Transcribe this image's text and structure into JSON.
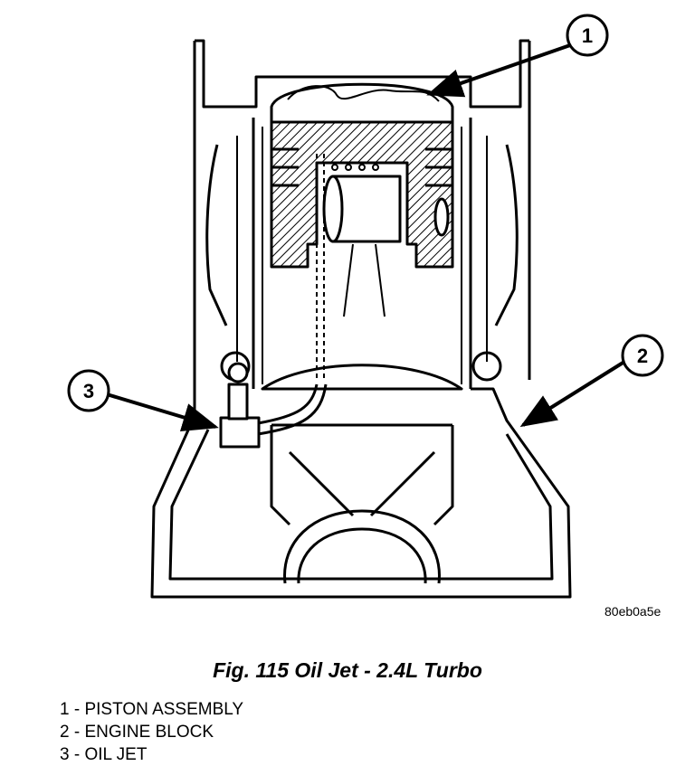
{
  "figure": {
    "callouts": [
      "1",
      "2",
      "3"
    ],
    "image_code": "80eb0a5e"
  },
  "caption": "Fig. 115 Oil Jet - 2.4L Turbo",
  "legend": [
    {
      "num": "1",
      "label": "PISTON ASSEMBLY"
    },
    {
      "num": "2",
      "label": "ENGINE BLOCK"
    },
    {
      "num": "3",
      "label": "OIL JET"
    }
  ]
}
